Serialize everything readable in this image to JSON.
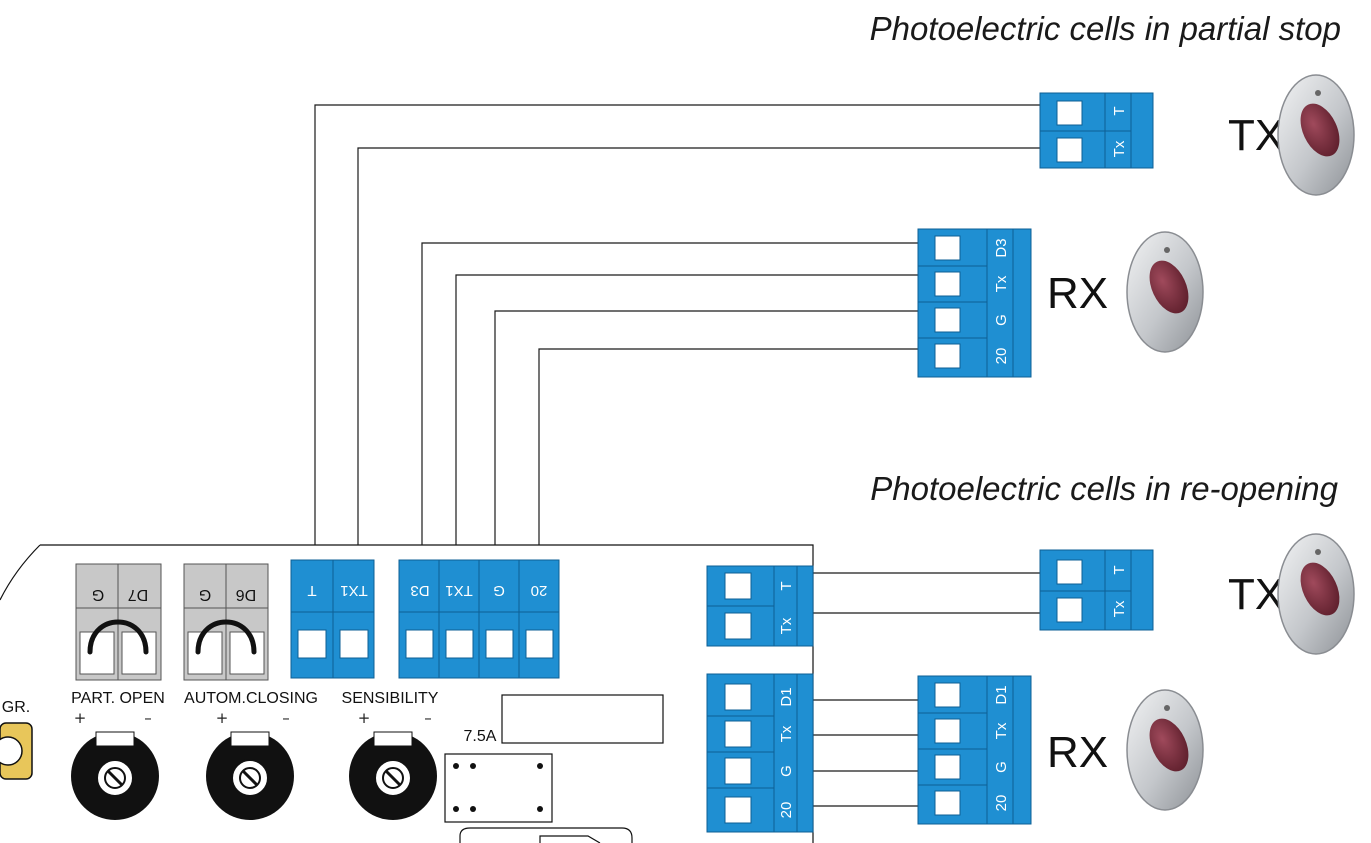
{
  "titles": {
    "partial_stop": "Photoelectric cells in partial stop",
    "reopening": "Photoelectric cells in re-opening"
  },
  "devices": {
    "tx": "TX",
    "rx": "RX"
  },
  "terminal_labels": {
    "tx_block": [
      "T",
      "Tx"
    ],
    "rx_block": [
      "D3",
      "Tx",
      "G",
      "20"
    ],
    "rx2_block": [
      "D1",
      "Tx",
      "G",
      "20"
    ],
    "board_d7": [
      "D7",
      "G"
    ],
    "board_d6": [
      "D6",
      "G"
    ],
    "board_tx1": [
      "T",
      "TX1"
    ],
    "board_d3": [
      "D3",
      "TX1",
      "G",
      "20"
    ]
  },
  "board": {
    "part_open": "PART. OPEN",
    "autom_closing": "AUTOM.CLOSING",
    "sensibility": "SENSIBILITY",
    "gr": "GR.",
    "fuse": "7.5A",
    "plus": "+",
    "minus": "–"
  },
  "colors": {
    "terminal_blue": "#1f8fd2",
    "terminal_gray": "#c8c8c8",
    "device_gray": "#b5b8bc",
    "device_lens": "#7a2e3e",
    "wire": "#1a1a1a"
  }
}
